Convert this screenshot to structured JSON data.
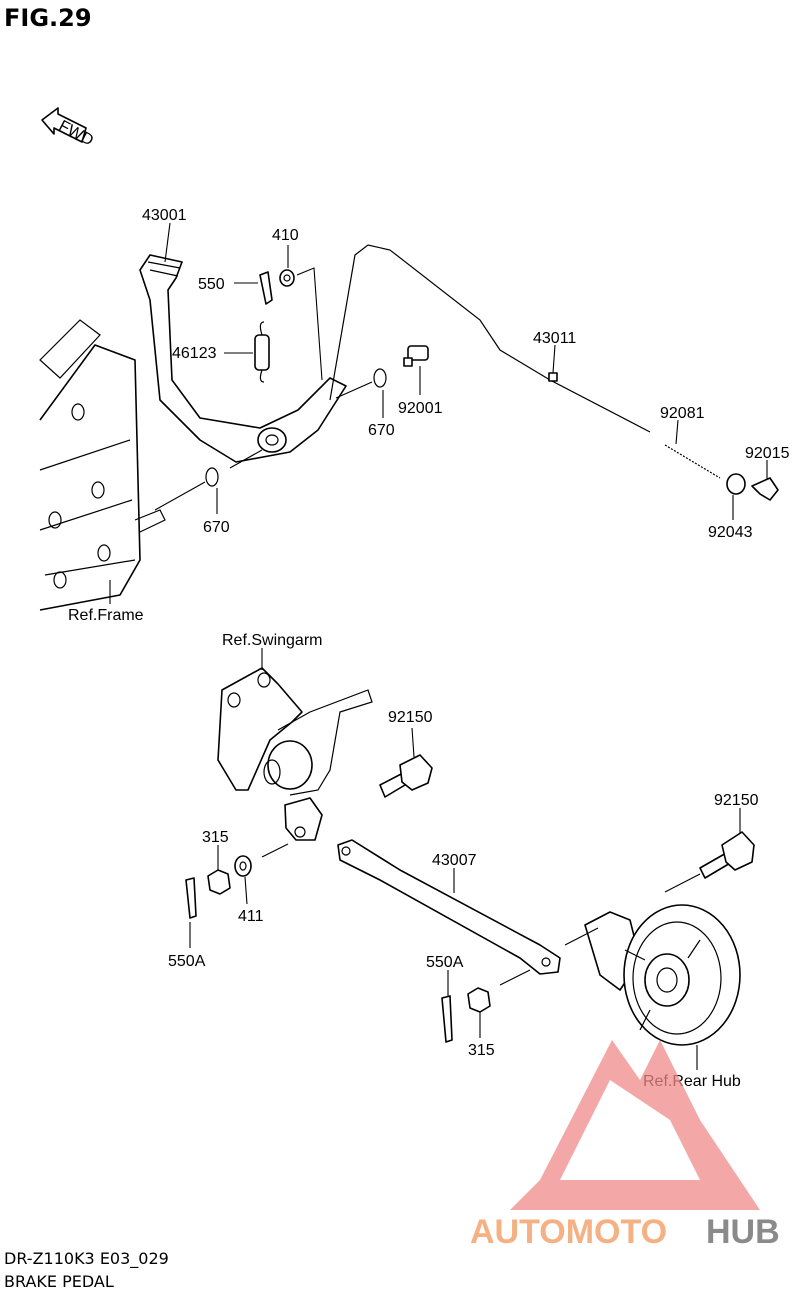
{
  "header": {
    "title": "FIG.29"
  },
  "fwd_arrow": {
    "label": "FWD"
  },
  "callouts": {
    "p43001": "43001",
    "p410": "410",
    "p550": "550",
    "p46123": "46123",
    "p670a": "670",
    "p670b": "670",
    "p92001": "92001",
    "p43011": "43011",
    "p92081": "92081",
    "p92015": "92015",
    "p92043": "92043",
    "ref_frame": "Ref.Frame",
    "ref_swingarm": "Ref.Swingarm",
    "p92150a": "92150",
    "p92150b": "92150",
    "p315a": "315",
    "p411": "411",
    "p550a_1": "550A",
    "p43007": "43007",
    "p550a_2": "550A",
    "p315b": "315",
    "ref_rear_hub": "Ref.Rear Hub"
  },
  "watermark": {
    "text_a": "AUTOMOTO",
    "text_b": "HUB",
    "color_a": "#f5b183",
    "color_b": "#8a8a8a",
    "logo_color": "#f08a8a"
  },
  "footer": {
    "model_code": "DR-Z110K3 E03_029",
    "section_name": "BRAKE PEDAL"
  }
}
